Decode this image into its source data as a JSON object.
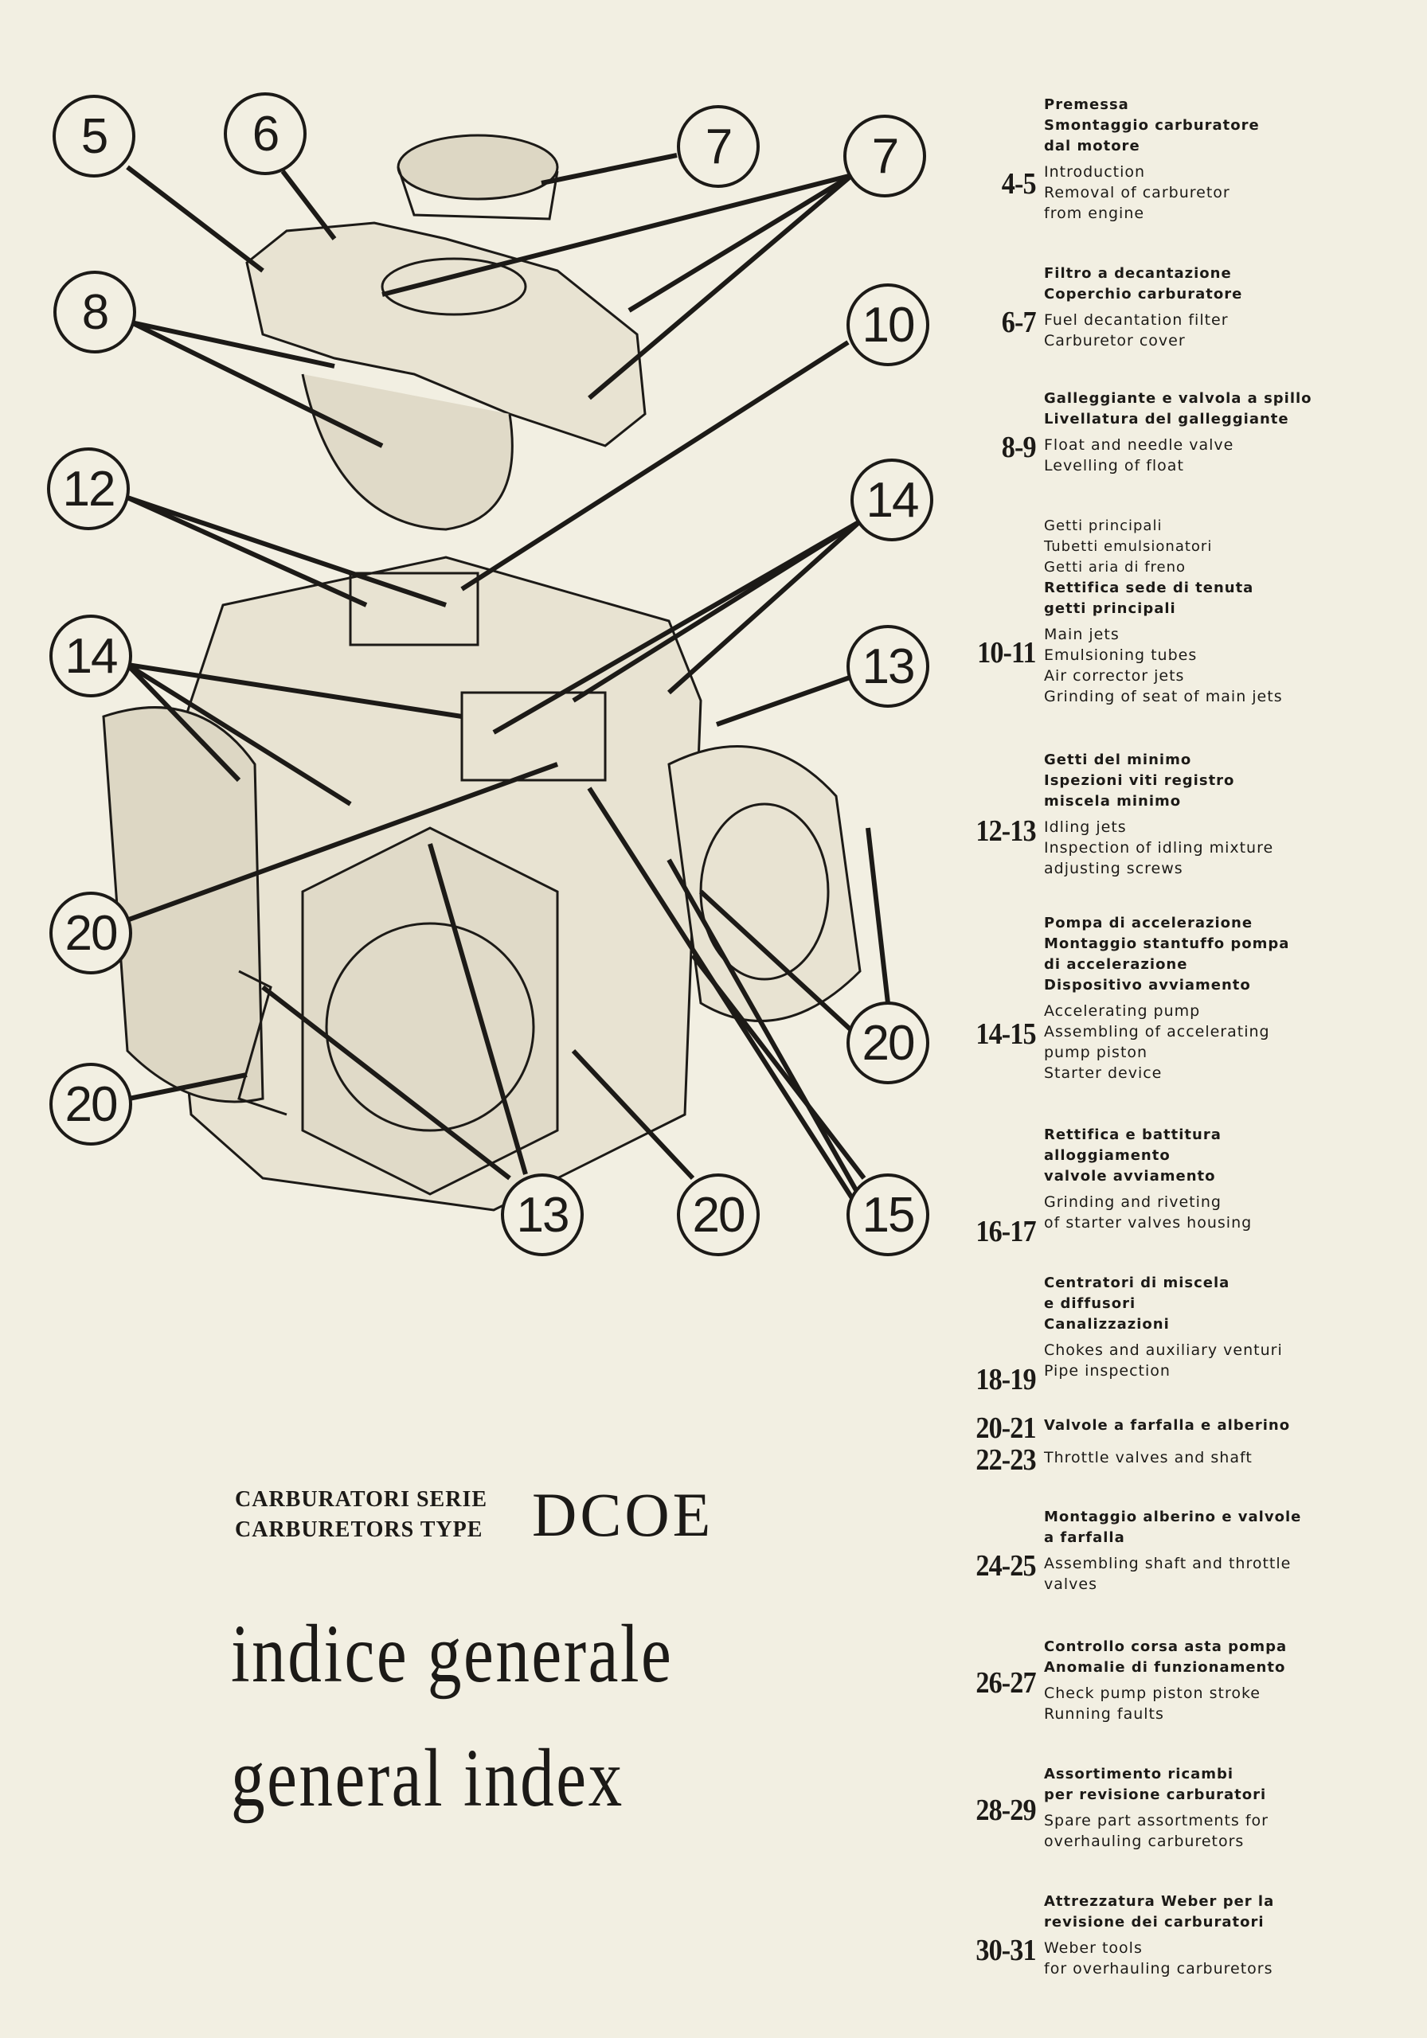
{
  "callouts": [
    "5",
    "6",
    "7",
    "7",
    "8",
    "10",
    "12",
    "14",
    "14",
    "13",
    "20",
    "20",
    "20",
    "13",
    "20",
    "15"
  ],
  "title": {
    "series_it": "CARBURATORI SERIE",
    "series_en": "CARBURETORS TYPE",
    "model": "DCOE",
    "index_it": "indice generale",
    "index_en": "general index"
  },
  "entries": [
    {
      "pages": "4-5",
      "it": [
        "Premessa",
        "Smontaggio carburatore",
        "dal motore"
      ],
      "en": [
        "Introduction",
        "Removal of carburetor",
        "from engine"
      ]
    },
    {
      "pages": "6-7",
      "it": [
        "Filtro a decantazione",
        "Coperchio carburatore"
      ],
      "en": [
        "Fuel decantation filter",
        "Carburetor cover"
      ]
    },
    {
      "pages": "8-9",
      "it": [
        "Galleggiante e valvola a spillo",
        "Livellatura del galleggiante"
      ],
      "en": [
        "Float and needle valve",
        "Levelling of float"
      ]
    },
    {
      "pages": "10-11",
      "it_plain": [
        "Getti principali",
        "Tubetti emulsionatori",
        "Getti aria di freno"
      ],
      "it": [
        "Rettifica sede di tenuta",
        "getti principali"
      ],
      "en": [
        "Main jets",
        "Emulsioning tubes",
        "Air corrector jets",
        "Grinding of seat of main jets"
      ]
    },
    {
      "pages": "12-13",
      "it": [
        "Getti del minimo",
        "Ispezioni viti registro",
        "miscela minimo"
      ],
      "en": [
        "Idling jets",
        "Inspection of idling mixture",
        "adjusting screws"
      ]
    },
    {
      "pages": "14-15",
      "it": [
        "Pompa di accelerazione",
        "Montaggio stantuffo pompa",
        "di accelerazione",
        "Dispositivo avviamento"
      ],
      "en": [
        "Accelerating pump",
        "Assembling of accelerating",
        "pump piston",
        "Starter device"
      ]
    },
    {
      "pages": "16-17",
      "it": [
        "Rettifica e battitura",
        "alloggiamento",
        "valvole avviamento"
      ],
      "en": [
        "Grinding and riveting",
        "of starter valves housing"
      ]
    },
    {
      "pages": "18-19",
      "it": [
        "Centratori di miscela",
        "e diffusori",
        "Canalizzazioni"
      ],
      "en": [
        "Chokes and auxiliary venturi",
        "Pipe inspection"
      ]
    },
    {
      "pages": "20-21",
      "it": [
        "Valvole a farfalla e alberino"
      ]
    },
    {
      "pages": "22-23",
      "en": [
        "Throttle valves and shaft"
      ]
    },
    {
      "pages": "24-25",
      "it": [
        "Montaggio alberino e valvole",
        "a farfalla"
      ],
      "en": [
        "Assembling shaft and throttle",
        "valves"
      ]
    },
    {
      "pages": "26-27",
      "it": [
        "Controllo corsa asta pompa",
        "Anomalie di funzionamento"
      ],
      "en": [
        "Check pump piston stroke",
        "Running faults"
      ]
    },
    {
      "pages": "28-29",
      "it": [
        "Assortimento ricambi",
        "per revisione carburatori"
      ],
      "en": [
        "Spare part assortments for",
        "overhauling carburetors"
      ]
    },
    {
      "pages": "30-31",
      "it": [
        "Attrezzatura Weber per la",
        "revisione dei carburatori"
      ],
      "en": [
        "Weber tools",
        "for overhauling carburetors"
      ]
    }
  ]
}
